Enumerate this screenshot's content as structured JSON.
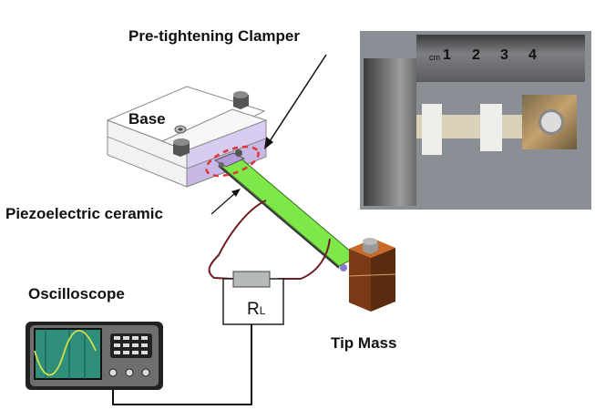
{
  "labels": {
    "clamper": "Pre-tightening Clamper",
    "base": "Base",
    "piezo": "Piezoelectric ceramic",
    "oscilloscope": "Oscilloscope",
    "tip_mass": "Tip Mass",
    "resistor_main": "R",
    "resistor_sub": "L"
  },
  "photo": {
    "ruler_unit": "cm",
    "ruler_ticks": [
      "1",
      "2",
      "3",
      "4"
    ]
  },
  "colors": {
    "beam": "#7ee84a",
    "clamp": "#c9b8e8",
    "highlight": "#e0343a",
    "mass": "#a0522d",
    "wire": "#6b1e22",
    "screen": "#2f8f7a",
    "sine": "#d4e24a"
  }
}
